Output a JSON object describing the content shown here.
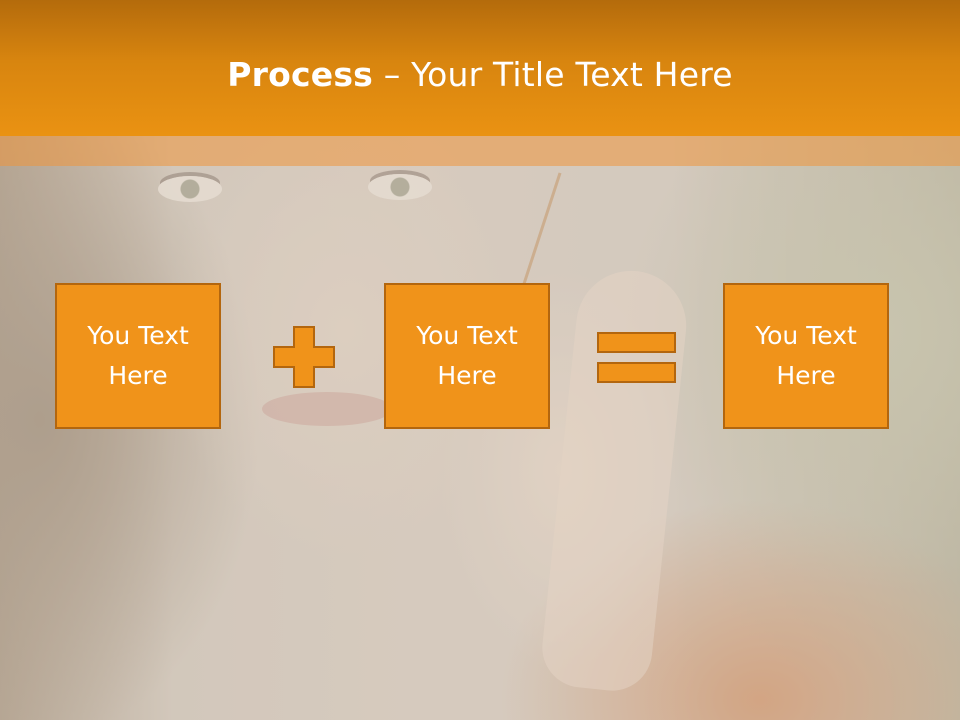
{
  "header": {
    "title_bold": "Process",
    "title_rest": " – Your Title Text Here"
  },
  "process": {
    "boxes": [
      {
        "text": "You Text\nHere"
      },
      {
        "text": "You Text\nHere"
      },
      {
        "text": "You Text\nHere"
      }
    ],
    "operators": [
      "plus-icon",
      "equals-icon"
    ]
  },
  "colors": {
    "header": "#e8900f",
    "box_fill": "#f0931a",
    "box_border": "#b3660e"
  }
}
